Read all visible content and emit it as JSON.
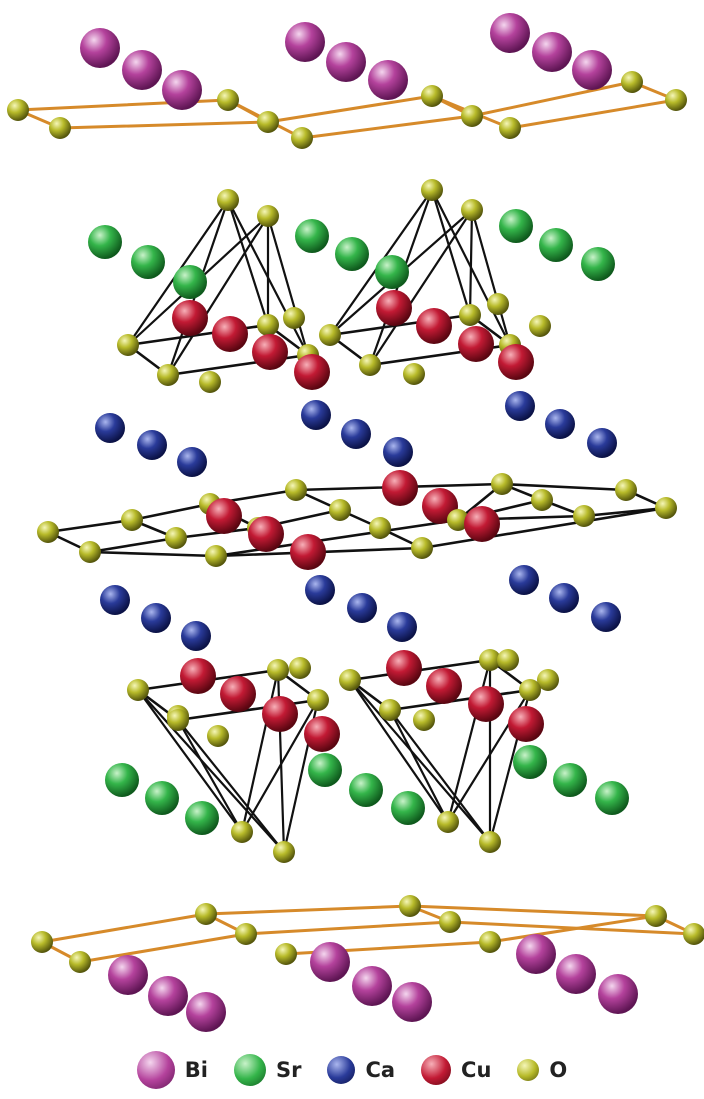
{
  "legend": [
    {
      "key": "bi",
      "label": "Bi",
      "color": "#b4429c"
    },
    {
      "key": "sr",
      "label": "Sr",
      "color": "#34b54a"
    },
    {
      "key": "ca",
      "label": "Ca",
      "color": "#2a3b9a"
    },
    {
      "key": "cu",
      "label": "Cu",
      "color": "#c21a34"
    },
    {
      "key": "o",
      "label": "O",
      "color": "#b8bb2a"
    }
  ],
  "bond_colors": {
    "bi_o": "#d68a2a",
    "cu_o": "#111111"
  }
}
